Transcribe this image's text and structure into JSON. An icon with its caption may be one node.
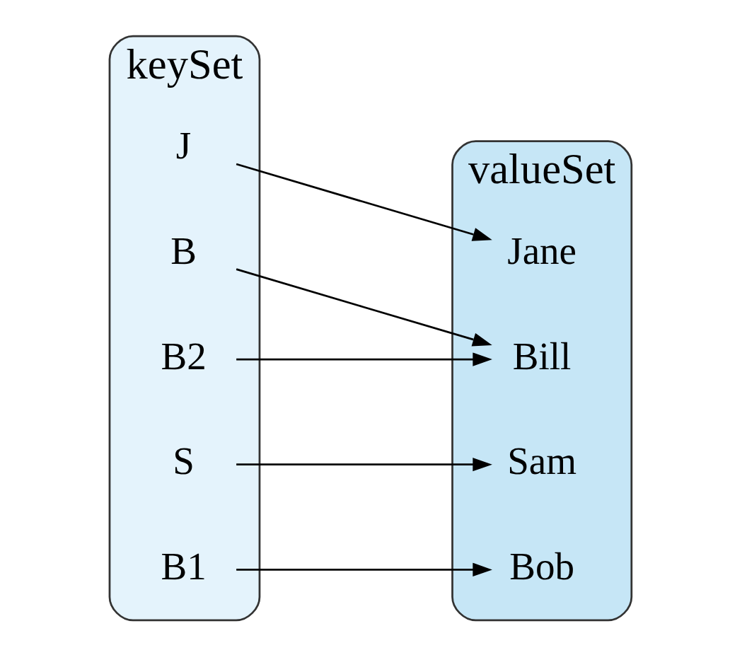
{
  "diagram": {
    "nodes": [
      {
        "text": [
          "keySet"
        ]
      },
      {
        "text": [
          "J"
        ],
        "in": 0
      },
      {
        "text": [
          "B"
        ],
        "in": 0
      },
      {
        "text": [
          "B2"
        ],
        "in": 0
      },
      {
        "text": [
          "S"
        ],
        "in": 0
      },
      {
        "text": [
          "B1"
        ],
        "in": 0
      },
      {
        "text": [
          "valueSet"
        ]
      },
      {
        "text": [
          "Jane"
        ],
        "in": 6
      },
      {
        "text": [
          "Bill"
        ],
        "in": 6
      },
      {
        "text": [
          "Sam"
        ],
        "in": 6
      },
      {
        "text": [
          "Bob"
        ],
        "in": 6
      }
    ],
    "edges": [
      {
        "from": 1,
        "to": 7,
        "arrow": "to"
      },
      {
        "from": 2,
        "to": 8,
        "arrow": "to"
      },
      {
        "from": 3,
        "to": 8,
        "arrow": "to"
      },
      {
        "from": 4,
        "to": 9,
        "arrow": "to"
      },
      {
        "from": 5,
        "to": 10,
        "arrow": "to"
      }
    ]
  }
}
